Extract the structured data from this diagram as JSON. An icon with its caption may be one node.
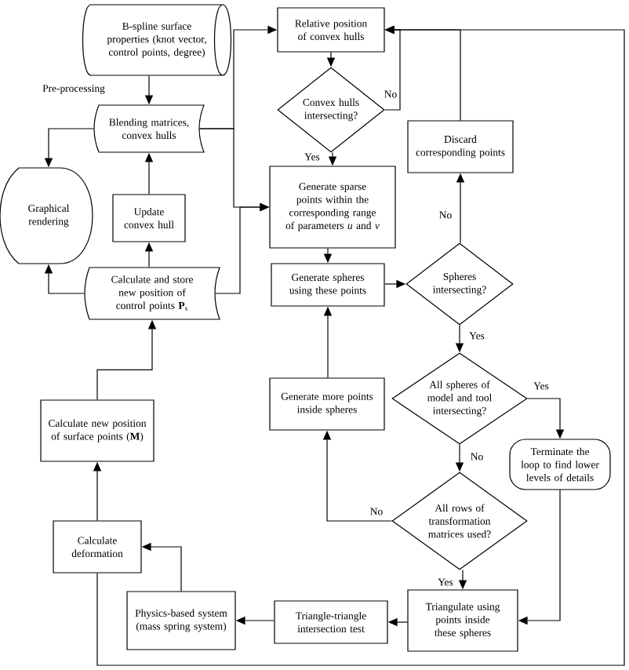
{
  "diagram": {
    "nodes": [
      {
        "text": [
          "B-spline surface properties (knot vector, control points, degree)"
        ]
      },
      {
        "text": [
          "Relative position of convex hulls"
        ]
      },
      {
        "text": [
          "Blending matrices, convex hulls"
        ]
      },
      {
        "text": [
          "Convex hulls intersecting?"
        ]
      },
      {
        "text": [
          "Graphical rendering"
        ]
      },
      {
        "text": [
          "Update convex hull"
        ]
      },
      {
        "text": [
          "Generate sparse points within the corresponding range of parameters *u* and *v*"
        ]
      },
      {
        "text": [
          "Calculate and store new position of control points **P**$_{s}$"
        ]
      },
      {
        "text": [
          "Generate spheres using these points"
        ]
      },
      {
        "text": [
          "Discard corresponding points"
        ]
      },
      {
        "text": [
          "Spheres intersecting?"
        ]
      },
      {
        "text": [
          "Calculate new position of surface points (**M**)"
        ]
      },
      {
        "text": [
          "Generate more points inside spheres"
        ]
      },
      {
        "text": [
          "All spheres of model and tool intersecting?"
        ]
      },
      {
        "text": [
          "Terminate the loop to find lower levels of details"
        ]
      },
      {
        "text": [
          "Calculate deformation"
        ]
      },
      {
        "text": [
          "All rows of transformation matrices used?"
        ]
      },
      {
        "text": [
          "Physics-based system (mass spring system)"
        ]
      },
      {
        "text": [
          "Triangle-triangle intersection test"
        ]
      },
      {
        "text": [
          "Triangulate using points inside these spheres"
        ]
      }
    ],
    "edges": [
      {
        "from": 0,
        "to": 2,
        "arrow": "to",
        "label": "Pre-processing"
      },
      {
        "from": 2,
        "to": 1,
        "arrow": "to"
      },
      {
        "from": 2,
        "to": 4,
        "arrow": "to"
      },
      {
        "from": 2,
        "to": 6,
        "arrow": "to"
      },
      {
        "from": 7,
        "to": 6,
        "arrow": "to"
      },
      {
        "from": 1,
        "to": 3,
        "arrow": "to"
      },
      {
        "from": 3,
        "to": 1,
        "arrow": "to",
        "label": "No"
      },
      {
        "from": 3,
        "to": 6,
        "arrow": "to",
        "label": "Yes"
      },
      {
        "from": 6,
        "to": 8,
        "arrow": "to"
      },
      {
        "from": 8,
        "to": 10,
        "arrow": "to"
      },
      {
        "from": 10,
        "to": 9,
        "arrow": "to",
        "label": "No"
      },
      {
        "from": 9,
        "to": 1,
        "arrow": "to"
      },
      {
        "from": 10,
        "to": 13,
        "arrow": "to",
        "label": "Yes"
      },
      {
        "from": 13,
        "to": 14,
        "arrow": "to",
        "label": "Yes"
      },
      {
        "from": 13,
        "to": 16,
        "arrow": "to",
        "label": "No"
      },
      {
        "from": 16,
        "to": 12,
        "arrow": "to",
        "label": "No"
      },
      {
        "from": 12,
        "to": 8,
        "arrow": "to"
      },
      {
        "from": 16,
        "to": 19,
        "arrow": "to",
        "label": "Yes"
      },
      {
        "from": 14,
        "to": 19,
        "arrow": "to"
      },
      {
        "from": 19,
        "to": 18,
        "arrow": "to"
      },
      {
        "from": 18,
        "to": 17,
        "arrow": "to"
      },
      {
        "from": 17,
        "to": 15,
        "arrow": "to"
      },
      {
        "from": 15,
        "to": 11,
        "arrow": "to"
      },
      {
        "from": 11,
        "to": 7,
        "arrow": "to"
      },
      {
        "from": 7,
        "to": 5,
        "arrow": "to"
      },
      {
        "from": 5,
        "to": 2,
        "arrow": "to"
      },
      {
        "from": 7,
        "to": 4,
        "arrow": "to"
      },
      {
        "from": 15,
        "to": 1,
        "arrow": "to"
      }
    ]
  }
}
